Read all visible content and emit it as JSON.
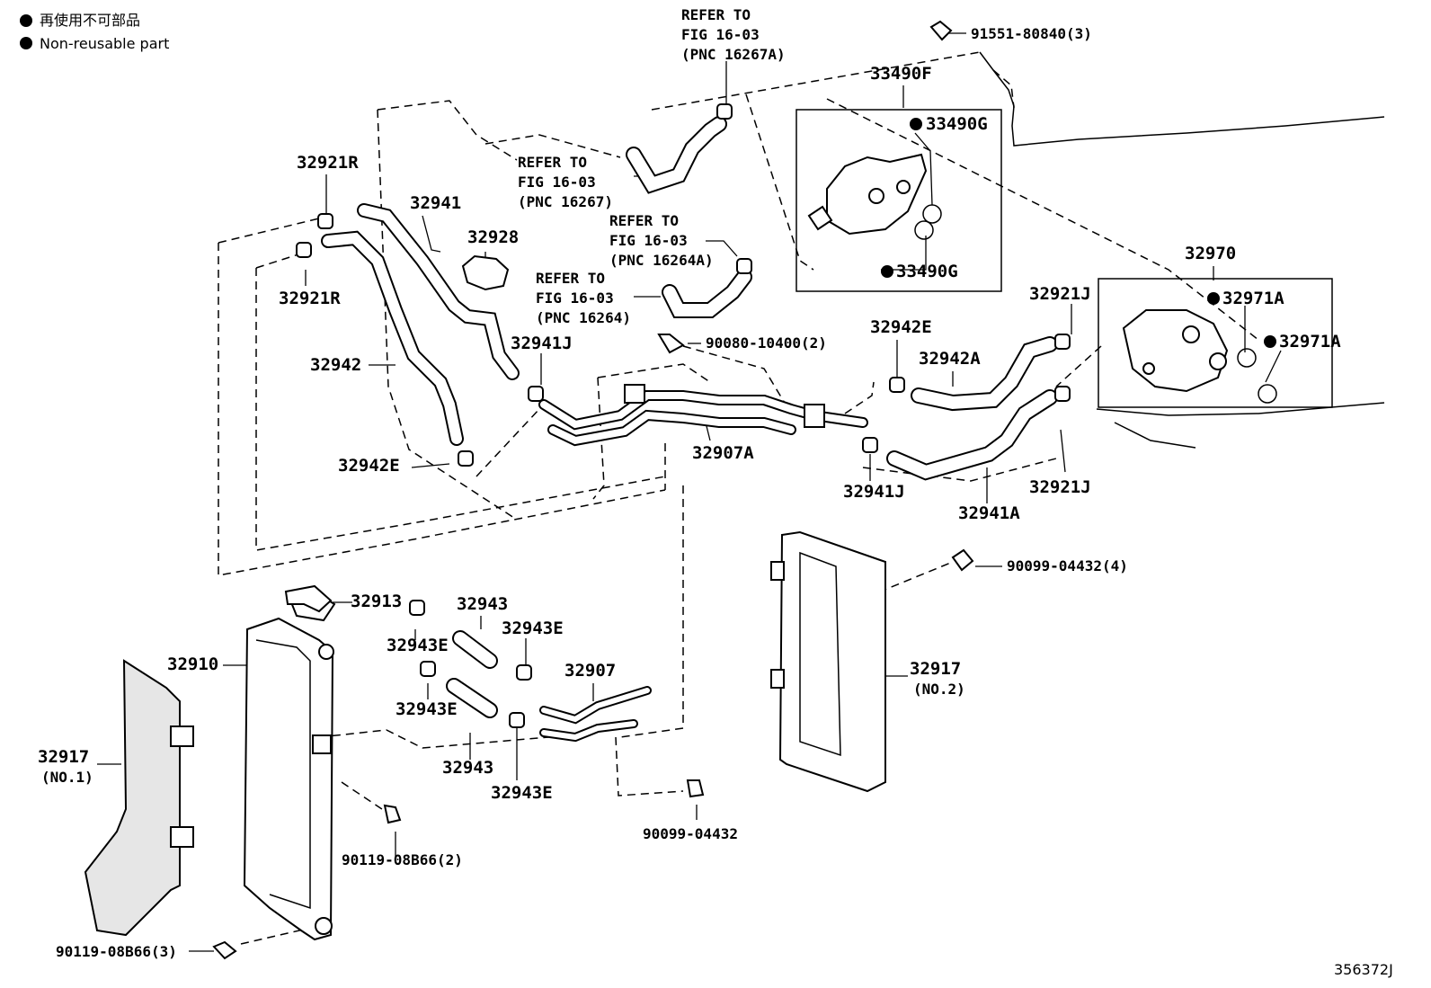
{
  "legend": {
    "bullet_jp": "再使用不可部品",
    "bullet_en": "Non-reusable part"
  },
  "refs": {
    "r16267a": [
      "REFER TO",
      "FIG 16-03",
      "(PNC 16267A)"
    ],
    "r16267": [
      "REFER TO",
      "FIG 16-03",
      "(PNC 16267)"
    ],
    "r16264a": [
      "REFER TO",
      "FIG 16-03",
      "(PNC 16264A)"
    ],
    "r16264": [
      "REFER TO",
      "FIG 16-03",
      "(PNC 16264)"
    ]
  },
  "parts": {
    "p91551": "91551-80840(3)",
    "p33490F": "33490F",
    "p33490G_top": "33490G",
    "p33490G_bot": "33490G",
    "p32921R_top": "32921R",
    "p32921R_bot": "32921R",
    "p32941": "32941",
    "p32928": "32928",
    "p32942": "32942",
    "p32941J_left": "32941J",
    "p90080": "90080-10400(2)",
    "p32942E_top": "32942E",
    "p32942A": "32942A",
    "p32921J_top": "32921J",
    "p32970": "32970",
    "p32971A_top": "32971A",
    "p32971A_bot": "32971A",
    "p32942E_left": "32942E",
    "p32907A": "32907A",
    "p32941J_right": "32941J",
    "p32941A": "32941A",
    "p32921J_bot": "32921J",
    "p90099_4": "90099-04432(4)",
    "p32913": "32913",
    "p32943_top": "32943",
    "p32943E_1": "32943E",
    "p32943E_2": "32943E",
    "p32910": "32910",
    "p32907": "32907",
    "p32943E_3": "32943E",
    "p32917_no2": "32917",
    "p32917_no2_sub": "(NO.2)",
    "p32917_no1": "32917",
    "p32917_no1_sub": "(NO.1)",
    "p32943_bot": "32943",
    "p32943E_4": "32943E",
    "p90119_mid": "90119-08B66(2)",
    "p90099": "90099-04432",
    "p90119_bot": "90119-08B66(3)"
  },
  "diagram_id": "356372J"
}
